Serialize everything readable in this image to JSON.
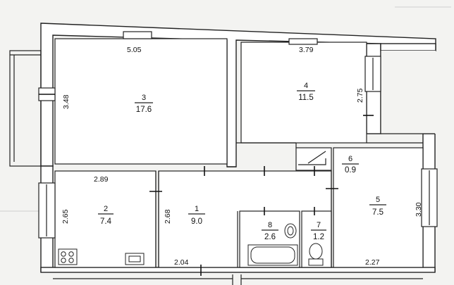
{
  "rooms": [
    {
      "id": "3",
      "area": "17.6",
      "width": "5.05",
      "height": "3.48"
    },
    {
      "id": "4",
      "area": "11.5",
      "width": "3.79",
      "height": "2.75"
    },
    {
      "id": "2",
      "area": "7.4",
      "width": "2.89",
      "height": "2.65"
    },
    {
      "id": "1",
      "area": "9.0",
      "width": "2.04",
      "height": "2.68"
    },
    {
      "id": "6",
      "area": "0.9"
    },
    {
      "id": "5",
      "area": "7.5",
      "width": "2.27",
      "height": "3.30"
    },
    {
      "id": "8",
      "area": "2.6"
    },
    {
      "id": "7",
      "area": "1.2"
    }
  ],
  "colors": {
    "wall": "#222222",
    "background": "#f3f3f1",
    "room_fill": "#ffffff"
  },
  "icons": [
    "window-icon",
    "door-icon",
    "stove-icon",
    "sink-icon",
    "bathtub-icon",
    "toilet-icon",
    "washbasin-icon"
  ]
}
